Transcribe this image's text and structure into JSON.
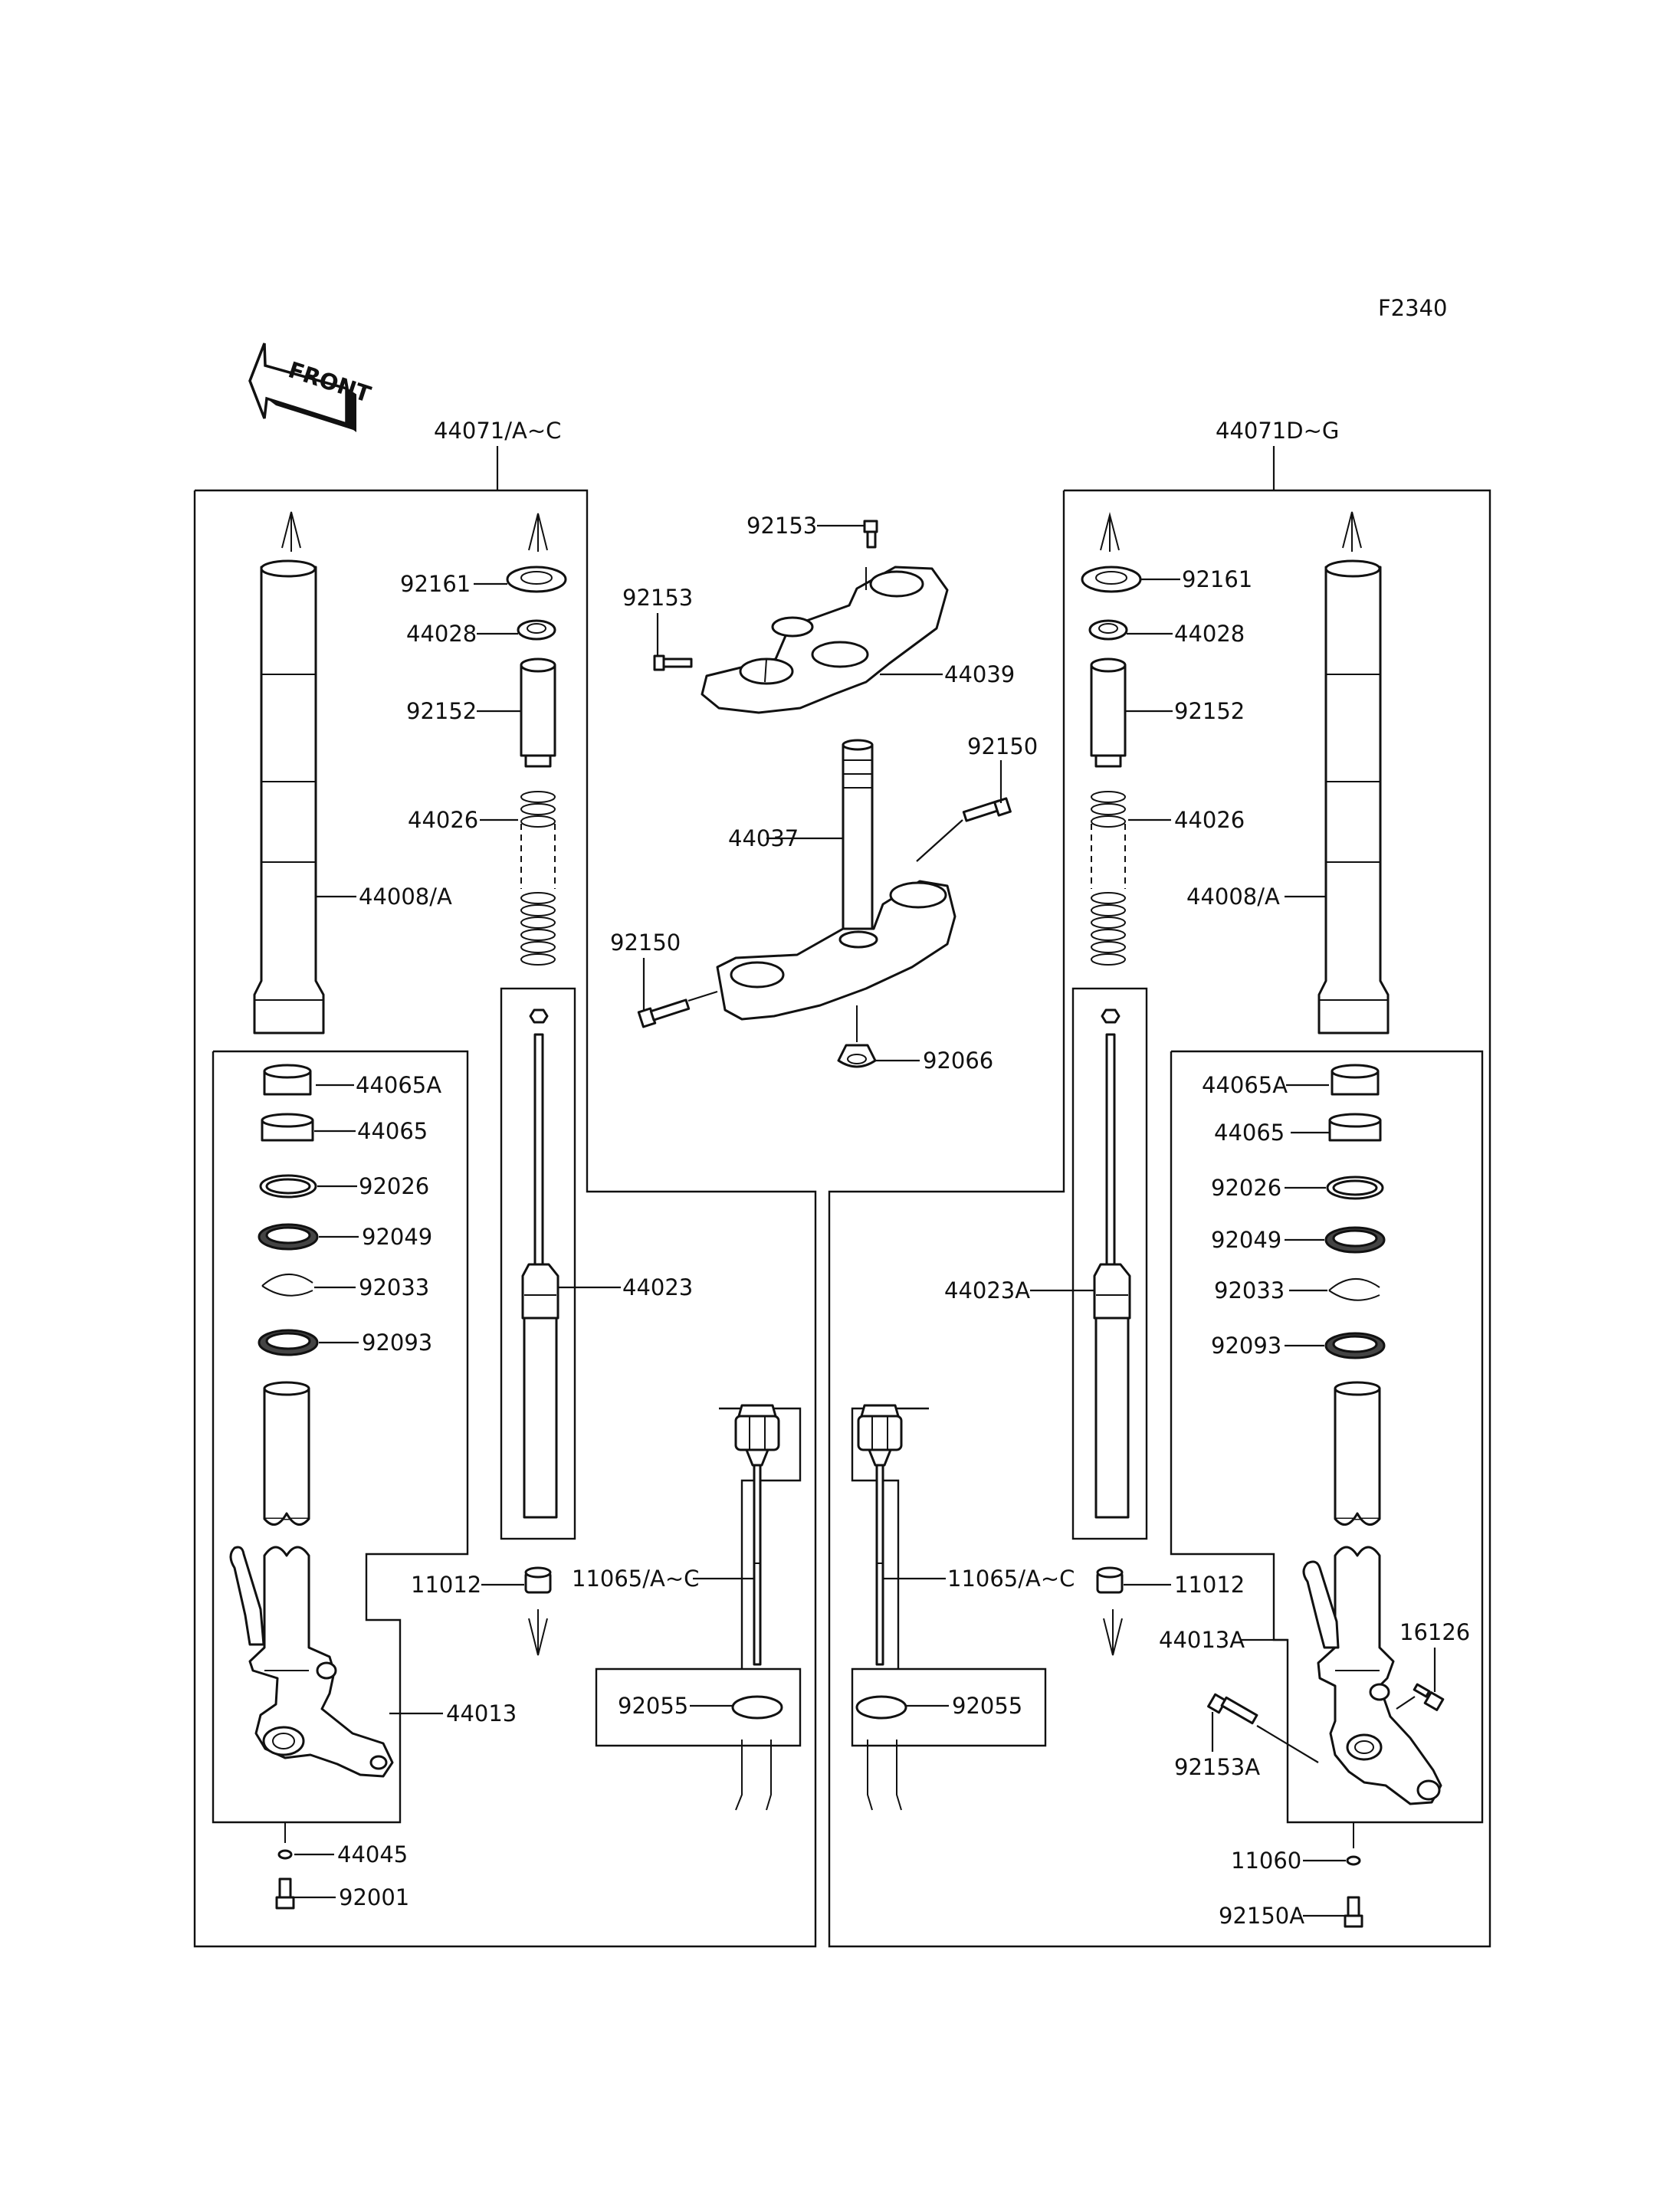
{
  "diagram_code": "F2340",
  "front_label": "FRONT",
  "assemblies": {
    "left": "44071/A~C",
    "right": "44071D~G"
  },
  "left_labels": {
    "l92161": "92161",
    "l44028": "44028",
    "l92152": "92152",
    "l44026": "44026",
    "l44008": "44008/A",
    "l44065A": "44065A",
    "l44065": "44065",
    "l92026": "92026",
    "l92049": "92049",
    "l92033": "92033",
    "l92093": "92093",
    "l44023": "44023",
    "l11012": "11012",
    "l11065": "11065/A~C",
    "l92055": "92055",
    "l44013": "44013",
    "l44045": "44045",
    "l92001": "92001"
  },
  "center_labels": {
    "c92153a": "92153",
    "c92153b": "92153",
    "c44039": "44039",
    "c92150a": "92150",
    "c44037": "44037",
    "c92150b": "92150",
    "c92066": "92066"
  },
  "right_labels": {
    "r92161": "92161",
    "r44028": "44028",
    "r92152": "92152",
    "r44026": "44026",
    "r44008": "44008/A",
    "r44065A": "44065A",
    "r44065": "44065",
    "r92026": "92026",
    "r92049": "92049",
    "r92033": "92033",
    "r92093": "92093",
    "r44023A": "44023A",
    "r11065": "11065/A~C",
    "r11012": "11012",
    "r44013A": "44013A",
    "r16126": "16126",
    "r92153A": "92153A",
    "r92055": "92055",
    "r11060": "11060",
    "r92150A": "92150A"
  }
}
